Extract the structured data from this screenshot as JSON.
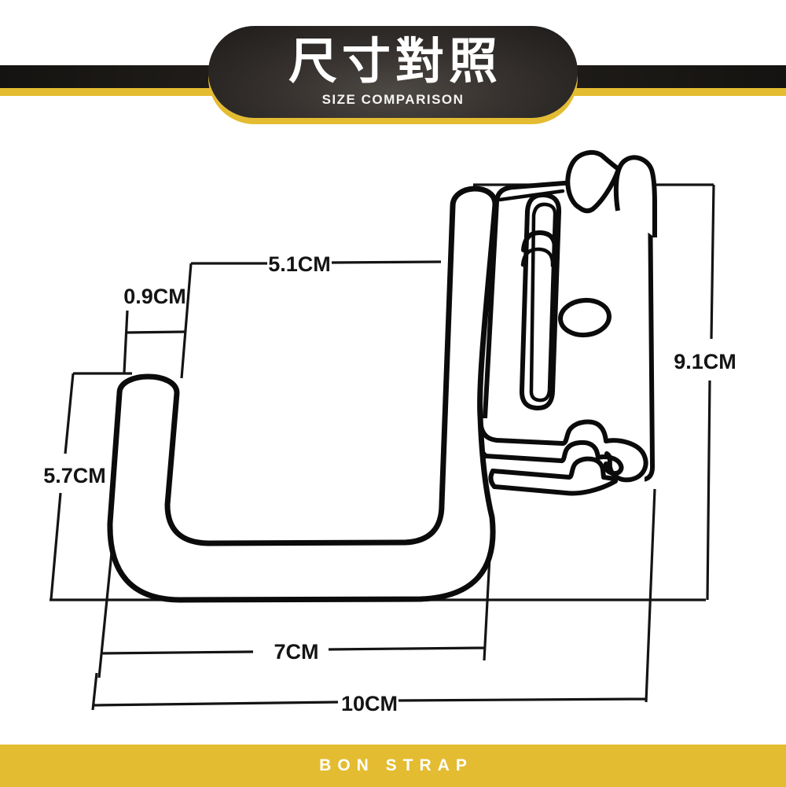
{
  "header": {
    "title": "尺寸對照",
    "subtitle": "SIZE COMPARISON"
  },
  "diagram": {
    "description": "technical line drawing of a J-hook with mounting buckle plate",
    "dimensions": {
      "opening_width_top": "5.1CM",
      "lip_thickness": "0.9CM",
      "plate_height_right": "9.1CM",
      "hook_height_left": "5.7CM",
      "inner_width_bottom": "7CM",
      "total_width_bottom": "10CM"
    }
  },
  "footer": {
    "brand": "BON STRAP"
  },
  "colors": {
    "accent_yellow": "#e4bc31",
    "band_black": "#1b1917",
    "line_black": "#141414",
    "background": "#ffffff"
  }
}
